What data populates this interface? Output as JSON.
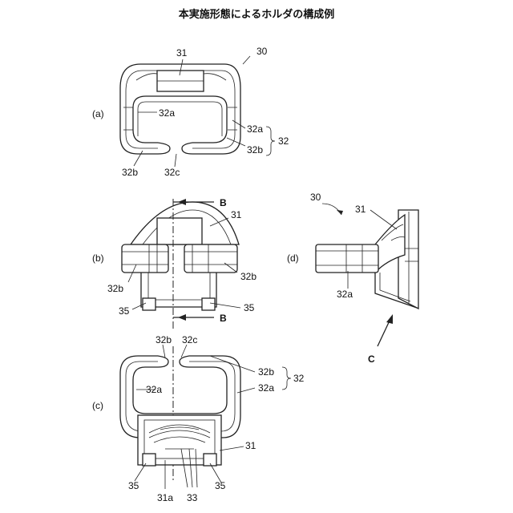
{
  "title": "本実施形態によるホルダの構成例",
  "views": {
    "a": "(a)",
    "b": "(b)",
    "c": "(c)",
    "d": "(d)"
  },
  "labels": {
    "a": {
      "n31": "31",
      "n30": "30",
      "n32a_inner": "32a",
      "n32a_right": "32a",
      "n32b_right": "32b",
      "n32": "32",
      "n32b_bottom": "32b",
      "n32c": "32c"
    },
    "b": {
      "sectionTop": "B",
      "n31": "31",
      "n32b_left": "32b",
      "n32b_right": "32b",
      "n35_left": "35",
      "n35_right": "35",
      "sectionBottom": "B"
    },
    "c": {
      "n32b_top": "32b",
      "n32c": "32c",
      "n32b_right": "32b",
      "n32": "32",
      "n32a_inner": "32a",
      "n32a_right": "32a",
      "n31": "31",
      "n35_left": "35",
      "n31a": "31a",
      "n33": "33",
      "n35_right": "35"
    },
    "d": {
      "n30": "30",
      "n31": "31",
      "n32a": "32a",
      "arrowC": "C"
    }
  }
}
